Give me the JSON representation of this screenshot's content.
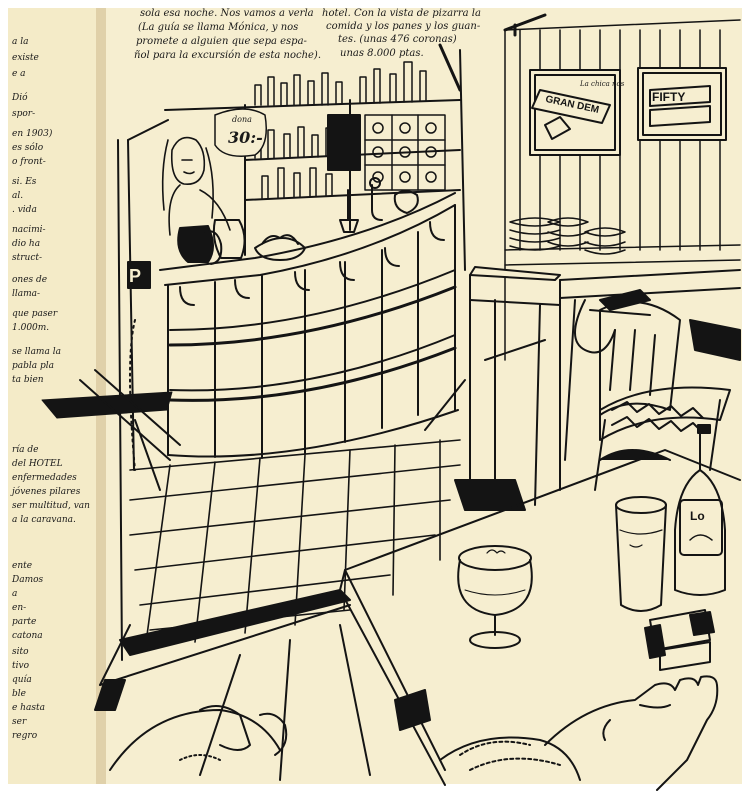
{
  "page": {
    "paper_color": "#f6eed0",
    "ink_color": "#141414",
    "shadow_color": "#d7c59a"
  },
  "notes": {
    "top_left": [
      "sola esa noche. Nos vamos a verla",
      "(La guía se llama Mónica, y nos",
      "promete a alguien que sepa espa-",
      "ñol para la excursión de esta noche)."
    ],
    "top_right": [
      "hotel. Con la vista de pizarra la",
      "comida y los panes y los guan-",
      "tes. (unas 476 coronas)",
      "unas 8.000 ptas."
    ],
    "left_margin_1": [
      "a la",
      "existe",
      "e a",
      "Dió",
      "spor-",
      "en 1903)",
      "es sólo",
      "o front-",
      "si. Es",
      "al.",
      ". vida",
      "nacimi-",
      "dio ha",
      "struct-",
      "ones de",
      "llama-",
      "que paser",
      "1.000m.",
      "se llama la",
      "pabla pla",
      "ta bien"
    ],
    "left_margin_2": [
      "ría de",
      "del HOTEL",
      "enfermedades",
      "jóvenes pilares",
      "ser multitud, van",
      "a la caravana."
    ],
    "left_margin_3": [
      "ente",
      "Damos",
      "a",
      "en-",
      "parte",
      "catona",
      "sito",
      "tivo",
      "quía",
      "ble",
      "e hasta",
      "ser",
      "regro"
    ],
    "price_tag": "30:-",
    "price_tag_top": "dona",
    "parking_sign": "P",
    "poster_1": "GRAN DEM",
    "poster_1_top": "La chica nos",
    "poster_2": "FIFTY",
    "bottle_label": "Lo"
  }
}
